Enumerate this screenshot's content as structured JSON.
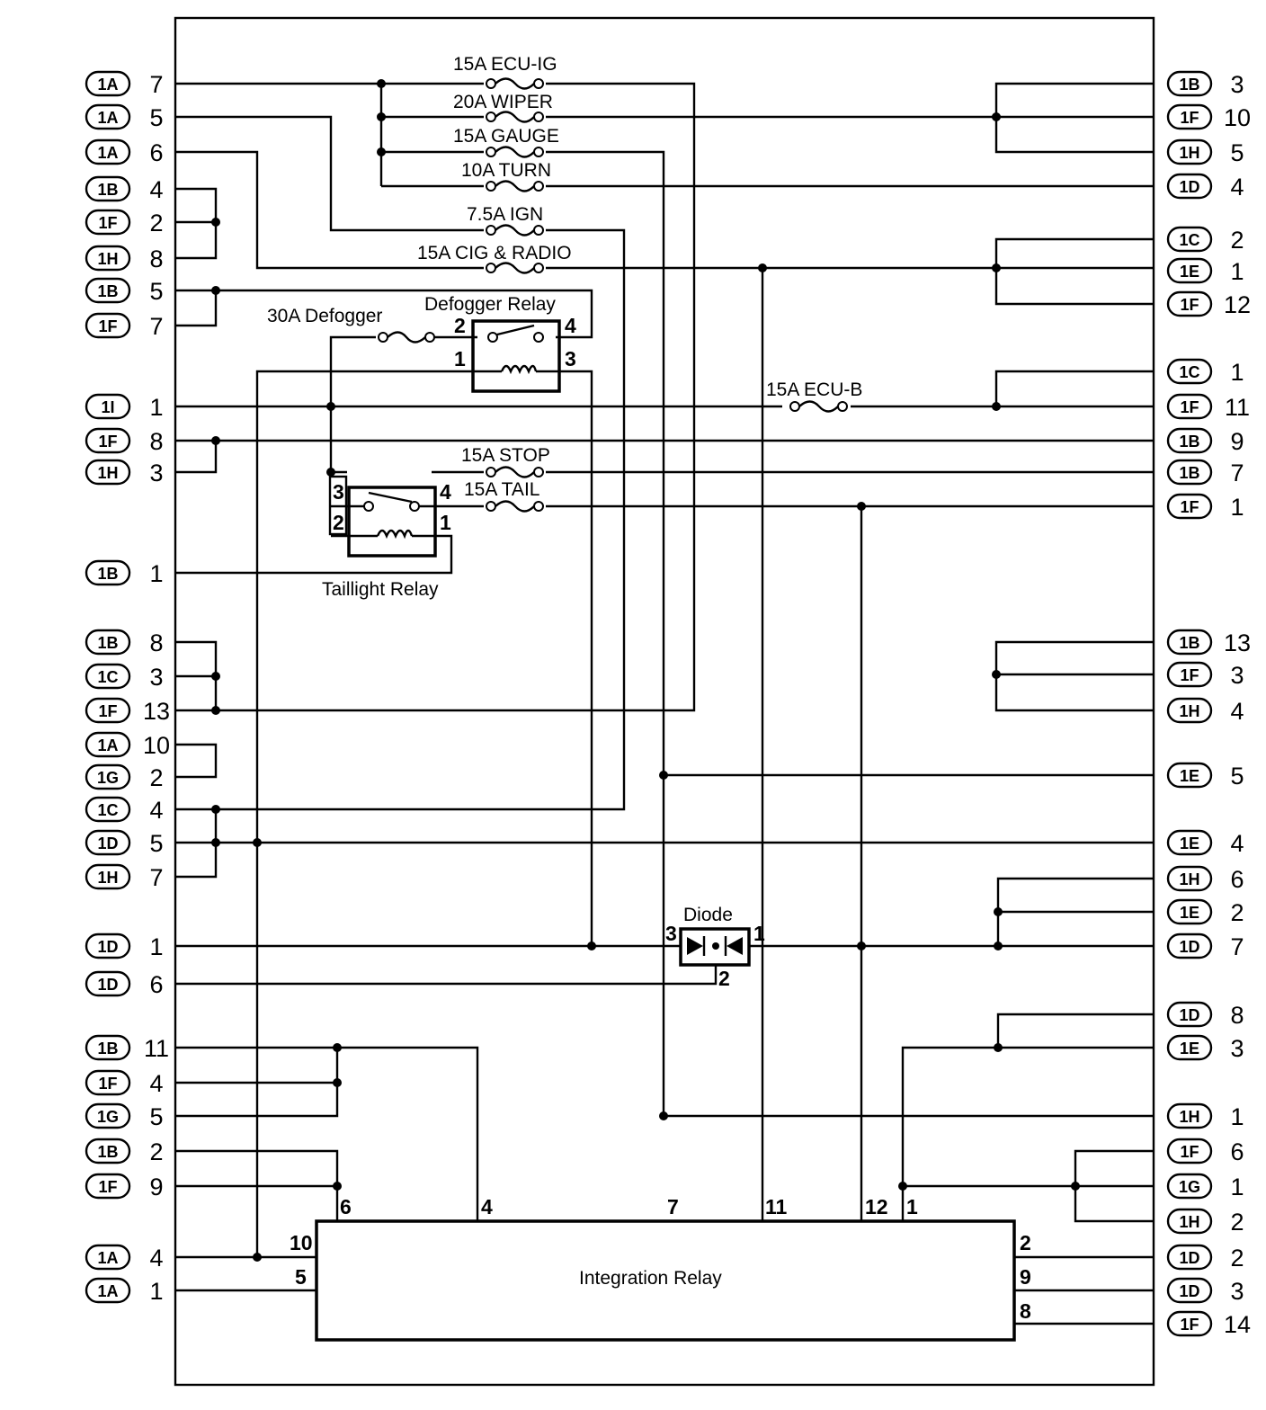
{
  "diagram": {
    "left_connectors": [
      {
        "code": "1A",
        "pin": "7"
      },
      {
        "code": "1A",
        "pin": "5"
      },
      {
        "code": "1A",
        "pin": "6"
      },
      {
        "code": "1B",
        "pin": "4"
      },
      {
        "code": "1F",
        "pin": "2"
      },
      {
        "code": "1H",
        "pin": "8"
      },
      {
        "code": "1B",
        "pin": "5"
      },
      {
        "code": "1F",
        "pin": "7"
      },
      {
        "code": "1I",
        "pin": "1"
      },
      {
        "code": "1F",
        "pin": "8"
      },
      {
        "code": "1H",
        "pin": "3"
      },
      {
        "code": "1B",
        "pin": "1"
      },
      {
        "code": "1B",
        "pin": "8"
      },
      {
        "code": "1C",
        "pin": "3"
      },
      {
        "code": "1F",
        "pin": "13"
      },
      {
        "code": "1A",
        "pin": "10"
      },
      {
        "code": "1G",
        "pin": "2"
      },
      {
        "code": "1C",
        "pin": "4"
      },
      {
        "code": "1D",
        "pin": "5"
      },
      {
        "code": "1H",
        "pin": "7"
      },
      {
        "code": "1D",
        "pin": "1"
      },
      {
        "code": "1D",
        "pin": "6"
      },
      {
        "code": "1B",
        "pin": "11"
      },
      {
        "code": "1F",
        "pin": "4"
      },
      {
        "code": "1G",
        "pin": "5"
      },
      {
        "code": "1B",
        "pin": "2"
      },
      {
        "code": "1F",
        "pin": "9"
      },
      {
        "code": "1A",
        "pin": "4"
      },
      {
        "code": "1A",
        "pin": "1"
      }
    ],
    "right_connectors": [
      {
        "code": "1B",
        "pin": "3"
      },
      {
        "code": "1F",
        "pin": "10"
      },
      {
        "code": "1H",
        "pin": "5"
      },
      {
        "code": "1D",
        "pin": "4"
      },
      {
        "code": "1C",
        "pin": "2"
      },
      {
        "code": "1E",
        "pin": "1"
      },
      {
        "code": "1F",
        "pin": "12"
      },
      {
        "code": "1C",
        "pin": "1"
      },
      {
        "code": "1F",
        "pin": "11"
      },
      {
        "code": "1B",
        "pin": "9"
      },
      {
        "code": "1B",
        "pin": "7"
      },
      {
        "code": "1F",
        "pin": "1"
      },
      {
        "code": "1B",
        "pin": "13"
      },
      {
        "code": "1F",
        "pin": "3"
      },
      {
        "code": "1H",
        "pin": "4"
      },
      {
        "code": "1E",
        "pin": "5"
      },
      {
        "code": "1E",
        "pin": "4"
      },
      {
        "code": "1H",
        "pin": "6"
      },
      {
        "code": "1E",
        "pin": "2"
      },
      {
        "code": "1D",
        "pin": "7"
      },
      {
        "code": "1D",
        "pin": "8"
      },
      {
        "code": "1E",
        "pin": "3"
      },
      {
        "code": "1H",
        "pin": "1"
      },
      {
        "code": "1F",
        "pin": "6"
      },
      {
        "code": "1G",
        "pin": "1"
      },
      {
        "code": "1H",
        "pin": "2"
      },
      {
        "code": "1D",
        "pin": "2"
      },
      {
        "code": "1D",
        "pin": "3"
      },
      {
        "code": "1F",
        "pin": "14"
      }
    ],
    "fuses": [
      "15A  ECU-IG",
      "20A  WIPER",
      "15A  GAUGE",
      "10A  TURN",
      "7.5A  IGN",
      "15A  CIG  &  RADIO",
      "30A  Defogger",
      "15A  ECU-B",
      "15A  STOP",
      "15A  TAIL"
    ],
    "defogger_relay": {
      "label": "Defogger  Relay",
      "pins": [
        "2",
        "4",
        "1",
        "3"
      ]
    },
    "taillight_relay": {
      "label": "Taillight  Relay",
      "pins": [
        "3",
        "4",
        "2",
        "1"
      ]
    },
    "diode": {
      "label": "Diode",
      "pins": [
        "3",
        "1",
        "2"
      ]
    },
    "integration_relay": {
      "label": "Integration  Relay",
      "top_pins": [
        "6",
        "4",
        "7",
        "11",
        "12",
        "1"
      ],
      "left_pins": [
        "10",
        "5"
      ],
      "right_pins": [
        "2",
        "9",
        "8"
      ]
    }
  }
}
